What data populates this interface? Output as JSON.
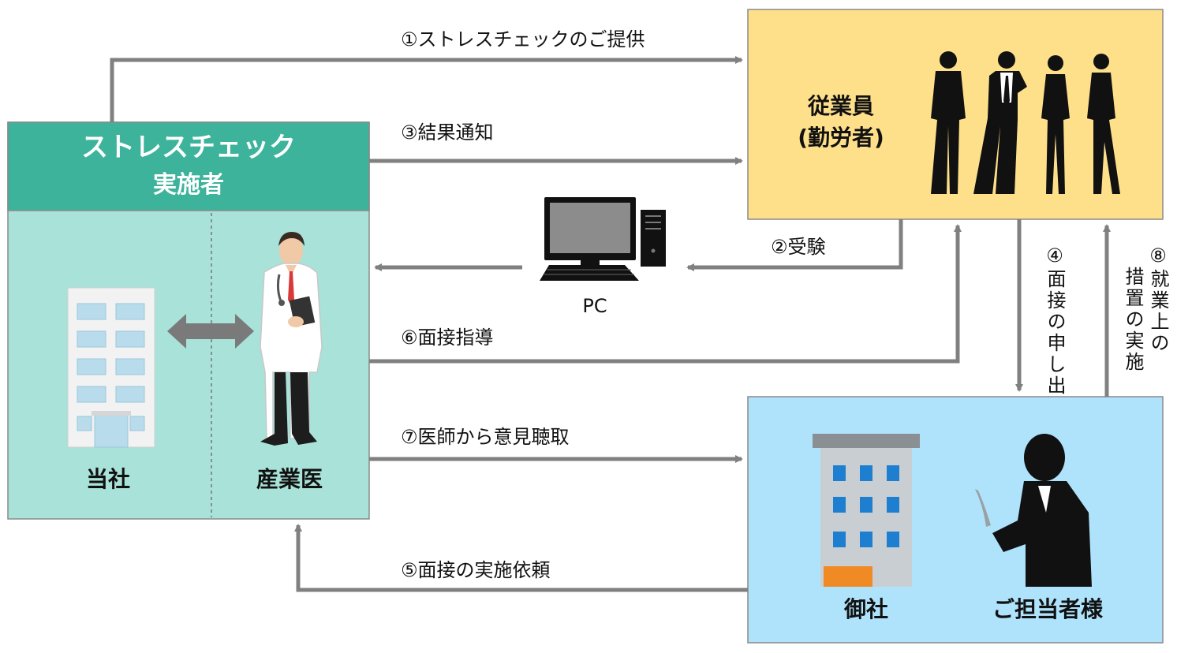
{
  "implementer": {
    "title_line1": "ストレスチェック",
    "title_line2": "実施者",
    "company_label": "当社",
    "doctor_label": "産業医"
  },
  "employees": {
    "label_line1": "従業員",
    "label_line2": "(勤労者)"
  },
  "client": {
    "company_label": "御社",
    "person_label": "ご担当者様"
  },
  "pc_label": "PC",
  "flows": {
    "f1": "①ストレスチェックのご提供",
    "f2": "②受験",
    "f3": "③結果通知",
    "f4": "④面接の申し出",
    "f5": "⑤面接の実施依頼",
    "f6": "⑥面接指導",
    "f7": "⑦医師から意見聴取",
    "f8_line1": "⑧就業上の",
    "f8_line2": "措置の実施"
  },
  "colors": {
    "implementer_header": "#3db39b",
    "implementer_body": "#a8e2d8",
    "employees_box": "#ffe08a",
    "client_box": "#aee3fb",
    "arrow": "#808080"
  }
}
